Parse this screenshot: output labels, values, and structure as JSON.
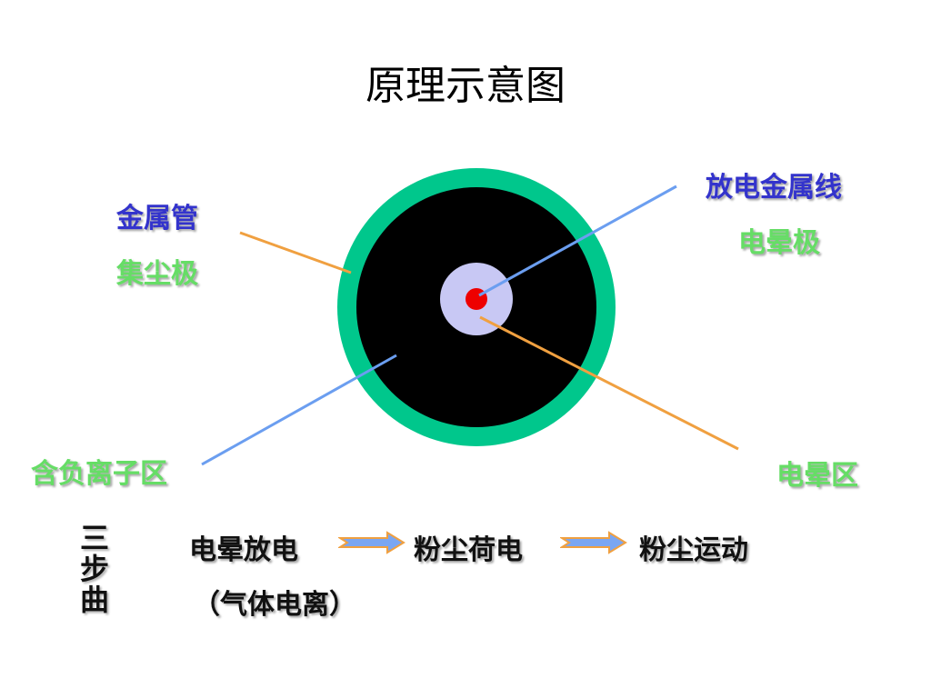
{
  "title": "原理示意图",
  "labels": {
    "metal_tube": "金属管",
    "dust_collector": "集尘极",
    "discharge_wire": "放电金属线",
    "corona_pole": "电晕极",
    "negative_ion_zone": "含负离子区",
    "corona_zone": "电晕区"
  },
  "steps": {
    "vertical": [
      "三",
      "步",
      "曲"
    ],
    "step1": "电晕放电",
    "step1_note": "（气体电离）",
    "step2": "粉尘荷电",
    "step3": "粉尘运动"
  },
  "colors": {
    "outer_ring": "#00c78c",
    "inner_area": "#000000",
    "corona_disk": "#c8c8f4",
    "wire": "#ee0000",
    "leader_orange": "#f0a040",
    "leader_blue": "#6b9ef0",
    "label_blue": "#3333cc",
    "label_green": "#66dd66",
    "arrow_fill": "#7aa6f2"
  }
}
